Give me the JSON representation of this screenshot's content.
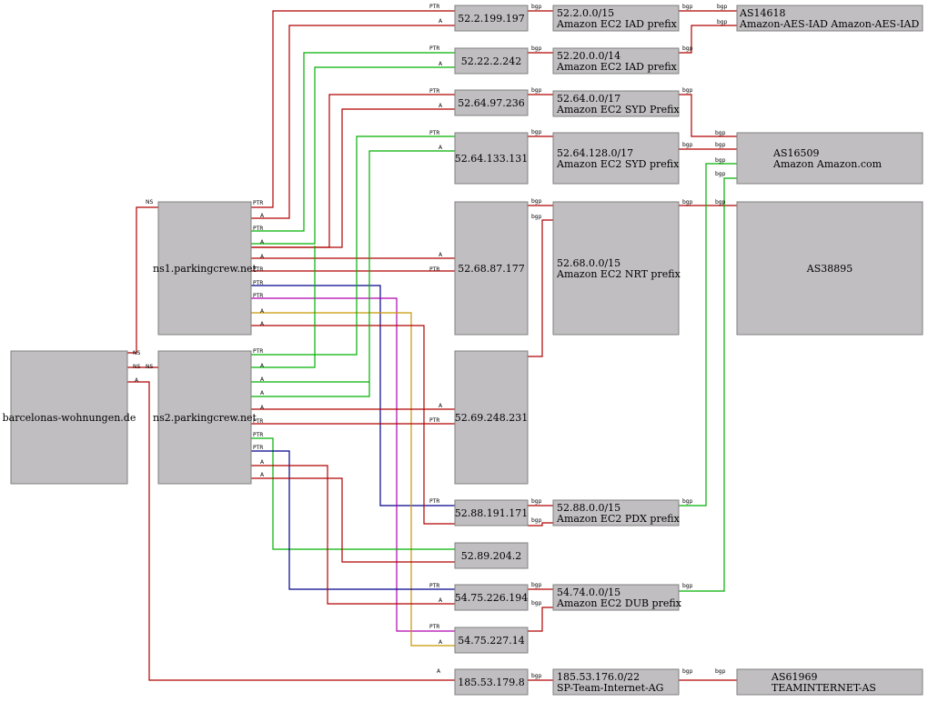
{
  "colors": {
    "red": "#b00000",
    "green": "#00b000",
    "blue": "#00008b",
    "magenta": "#b000b0",
    "orange": "#c89600",
    "box_fill": "#c0bec0",
    "box_stroke": "#808080"
  },
  "nodes": {
    "domain": "barcelonas-wohnungen.de",
    "ns1": "ns1.parkingcrew.net",
    "ns2": "ns2.parkingcrew.net",
    "ip1": "52.2.199.197",
    "ip2": "52.22.2.242",
    "ip3": "52.64.97.236",
    "ip4": "52.64.133.131",
    "ip5": "52.68.87.177",
    "ip6": "52.69.248.231",
    "ip7": "52.88.191.171",
    "ip8": "52.89.204.2",
    "ip9": "54.75.226.194",
    "ip10": "54.75.227.14",
    "ip11": "185.53.179.8",
    "pfx1": [
      "52.2.0.0/15",
      "Amazon EC2 IAD prefix"
    ],
    "pfx2": [
      "52.20.0.0/14",
      "Amazon EC2 IAD prefix"
    ],
    "pfx3": [
      "52.64.0.0/17",
      "Amazon EC2 SYD Prefix"
    ],
    "pfx4": [
      "52.64.128.0/17",
      "Amazon EC2 SYD prefix"
    ],
    "pfx5": [
      "52.68.0.0/15",
      "Amazon EC2 NRT prefix"
    ],
    "pfx6": [
      "52.88.0.0/15",
      "Amazon EC2 PDX prefix"
    ],
    "pfx7": [
      "54.74.0.0/15",
      "Amazon EC2 DUB prefix"
    ],
    "pfx8": [
      "185.53.176.0/22",
      "SP-Team-Internet-AG"
    ],
    "as1": [
      "AS14618",
      "Amazon-AES-IAD Amazon-AES-IAD"
    ],
    "as2": [
      "AS16509",
      "Amazon Amazon.com"
    ],
    "as3": "AS38895",
    "as4": [
      "AS61969",
      "TEAMINTERNET-AS"
    ]
  },
  "edge_labels": {
    "ns": "NS",
    "a": "A",
    "ptr": "PTR",
    "bgp": "bgp"
  }
}
